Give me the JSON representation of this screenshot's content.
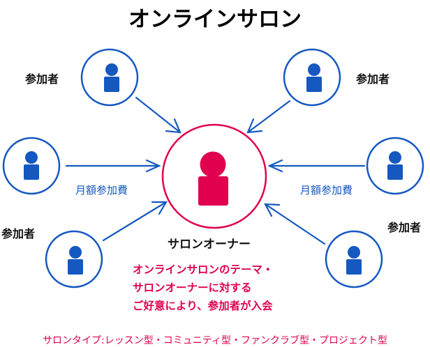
{
  "title": "オンラインサロン",
  "participant_label": "参加者",
  "fee_label": "月額参加費",
  "owner_label": "サロンオーナー",
  "description": [
    "オンラインサロンのテーマ・",
    "サロンオーナーに対する",
    "ご好意により、参加者が入会"
  ],
  "types": "サロンタイプ:レッスン型・コミュニティ型・ファンクラブ型・プロジェクト型",
  "colors": {
    "participant": "#1558c0",
    "owner": "#e0004f"
  }
}
